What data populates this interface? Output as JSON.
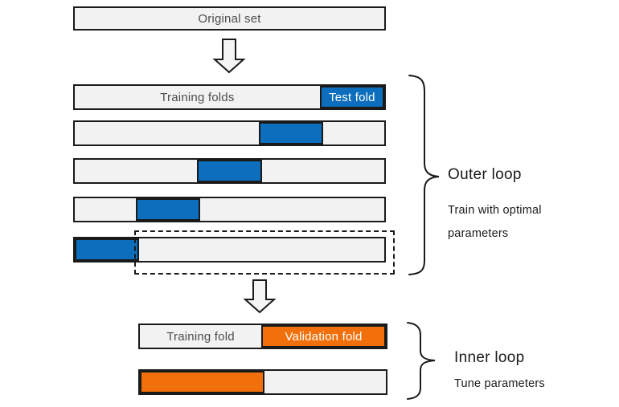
{
  "colors": {
    "test_fold_blue": "#0c6ebc",
    "validation_fold_orange": "#f2700b",
    "fold_background": "#f2f2f2",
    "outline": "#1a1a1a",
    "bar_text": "#4d4d4d"
  },
  "original_set": {
    "label": "Original set"
  },
  "outer": {
    "title": "Outer loop",
    "subtitle": "Train with optimal\nparameters",
    "rows": [
      {
        "segments": [
          {
            "fill": "train",
            "fraction": 0.8,
            "label": "Training folds"
          },
          {
            "fill": "test",
            "fraction": 0.2,
            "label": "Test fold"
          }
        ]
      },
      {
        "segments": [
          {
            "fill": "train",
            "fraction": 0.6
          },
          {
            "fill": "test",
            "fraction": 0.2
          },
          {
            "fill": "train",
            "fraction": 0.2
          }
        ]
      },
      {
        "segments": [
          {
            "fill": "train",
            "fraction": 0.4
          },
          {
            "fill": "test",
            "fraction": 0.2
          },
          {
            "fill": "train",
            "fraction": 0.4
          }
        ]
      },
      {
        "segments": [
          {
            "fill": "train",
            "fraction": 0.2
          },
          {
            "fill": "test",
            "fraction": 0.2
          },
          {
            "fill": "train",
            "fraction": 0.6
          }
        ]
      },
      {
        "segments": [
          {
            "fill": "test",
            "fraction": 0.2
          },
          {
            "fill": "train",
            "fraction": 0.8
          }
        ]
      }
    ]
  },
  "inner": {
    "title": "Inner loop",
    "subtitle": "Tune parameters",
    "rows": [
      {
        "segments": [
          {
            "fill": "train",
            "fraction": 0.5,
            "label": "Training fold"
          },
          {
            "fill": "validation",
            "fraction": 0.5,
            "label": "Validation fold"
          }
        ]
      },
      {
        "segments": [
          {
            "fill": "validation",
            "fraction": 0.5
          },
          {
            "fill": "train",
            "fraction": 0.5
          }
        ]
      }
    ]
  }
}
